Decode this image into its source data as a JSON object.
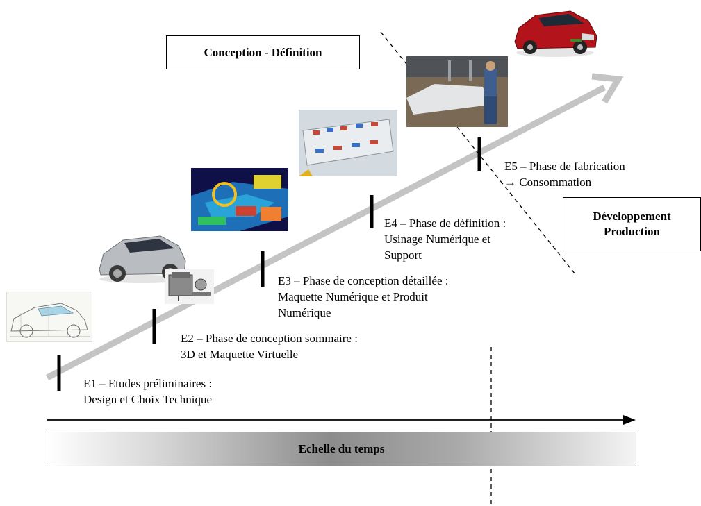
{
  "boxes": {
    "conception": "Conception - Définition",
    "development": "Développement\nProduction"
  },
  "phases": [
    {
      "id": "E1",
      "text": "E1 – Etudes préliminaires :\nDesign et Choix Technique"
    },
    {
      "id": "E2",
      "text": "E2 – Phase de conception sommaire :\n3D et Maquette Virtuelle"
    },
    {
      "id": "E3",
      "text": "E3 – Phase de conception détaillée :\nMaquette Numérique et Produit\nNumérique"
    },
    {
      "id": "E4",
      "text": "E4 – Phase de définition :\nUsinage Numérique et\nSupport"
    },
    {
      "id": "E5",
      "text": "E5 – Phase de fabrication\n→ Consommation"
    }
  ],
  "timescale": {
    "label": "Echelle du temps"
  },
  "images": [
    {
      "name": "car-sketch-image"
    },
    {
      "name": "concept-car-image"
    },
    {
      "name": "engine-image"
    },
    {
      "name": "cad-interior-image"
    },
    {
      "name": "factory-layout-image"
    },
    {
      "name": "assembly-line-image"
    },
    {
      "name": "red-car-image"
    }
  ]
}
